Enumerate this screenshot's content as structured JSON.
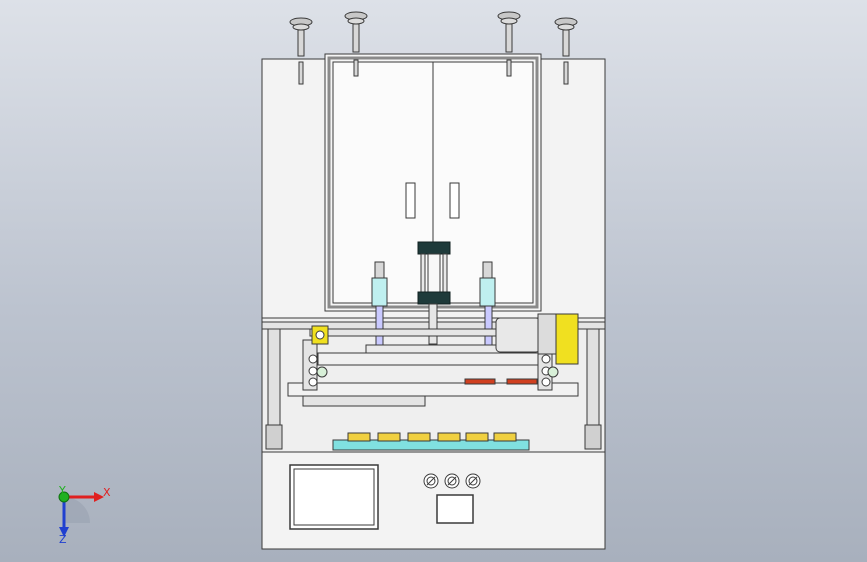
{
  "triad": {
    "x_label": "X",
    "y_label": "Y",
    "z_label": "Z",
    "x_color": "#e02020",
    "y_color": "#20b020",
    "z_color": "#2040d0"
  },
  "colors": {
    "frame_fill": "#f3f3f3",
    "outline": "#3a3a3a",
    "metal": "#c8c8c8",
    "bracket_yellow": "#f0e020",
    "glass_cyan": "#bff0f0",
    "board_cyan": "#80e0e0",
    "connector_yellow": "#f0d040",
    "block_dark": "#1e3a3a",
    "accent_orange": "#d04020"
  },
  "icons": {
    "knob": "round-knob-icon",
    "triad": "coordinate-axes-icon"
  }
}
